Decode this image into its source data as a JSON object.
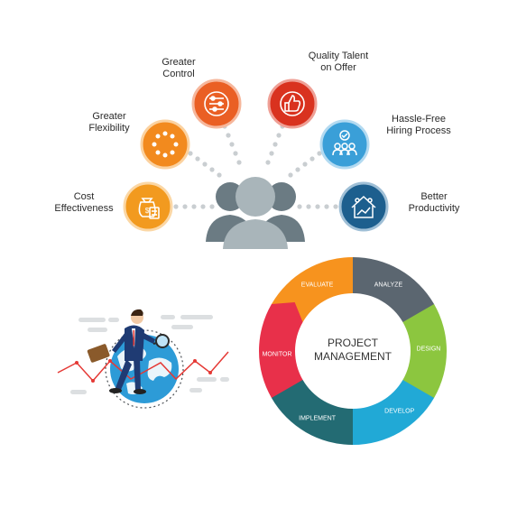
{
  "benefits": [
    {
      "id": "cost",
      "label": "Cost\nEffectiveness",
      "color": "#f29a1f",
      "icon": "money-bag-icon"
    },
    {
      "id": "flex",
      "label": "Greater\nFlexibility",
      "color": "#f28a1e",
      "icon": "cycle-icon"
    },
    {
      "id": "control",
      "label": "Greater\nControl",
      "color": "#ea5f24",
      "icon": "sliders-icon"
    },
    {
      "id": "talent",
      "label": "Quality Talent\non Offer",
      "color": "#d9321f",
      "icon": "thumbs-up-icon"
    },
    {
      "id": "hiring",
      "label": "Hassle-Free\nHiring Process",
      "color": "#3a9fd8",
      "icon": "team-icon"
    },
    {
      "id": "productivity",
      "label": "Better\nProductivity",
      "color": "#1d5f8e",
      "icon": "house-chart-icon"
    }
  ],
  "cycle": {
    "center_line1": "PROJECT",
    "center_line2": "MANAGEMENT",
    "stages": [
      {
        "label": "EVALUATE",
        "color": "#f7931e"
      },
      {
        "label": "ANALYZE",
        "color": "#5b6670"
      },
      {
        "label": "DESIGN",
        "color": "#8cc63f"
      },
      {
        "label": "DEVELOP",
        "color": "#21a9d6"
      },
      {
        "label": "IMPLEMENT",
        "color": "#236b73"
      },
      {
        "label": "MONITOR",
        "color": "#e8304a"
      }
    ]
  },
  "colors": {
    "people": "#6b7b83",
    "people_front": "#a9b5ba",
    "dots": "#c9ced1",
    "globe": "#2d9bd7",
    "trend_line": "#e53935"
  }
}
